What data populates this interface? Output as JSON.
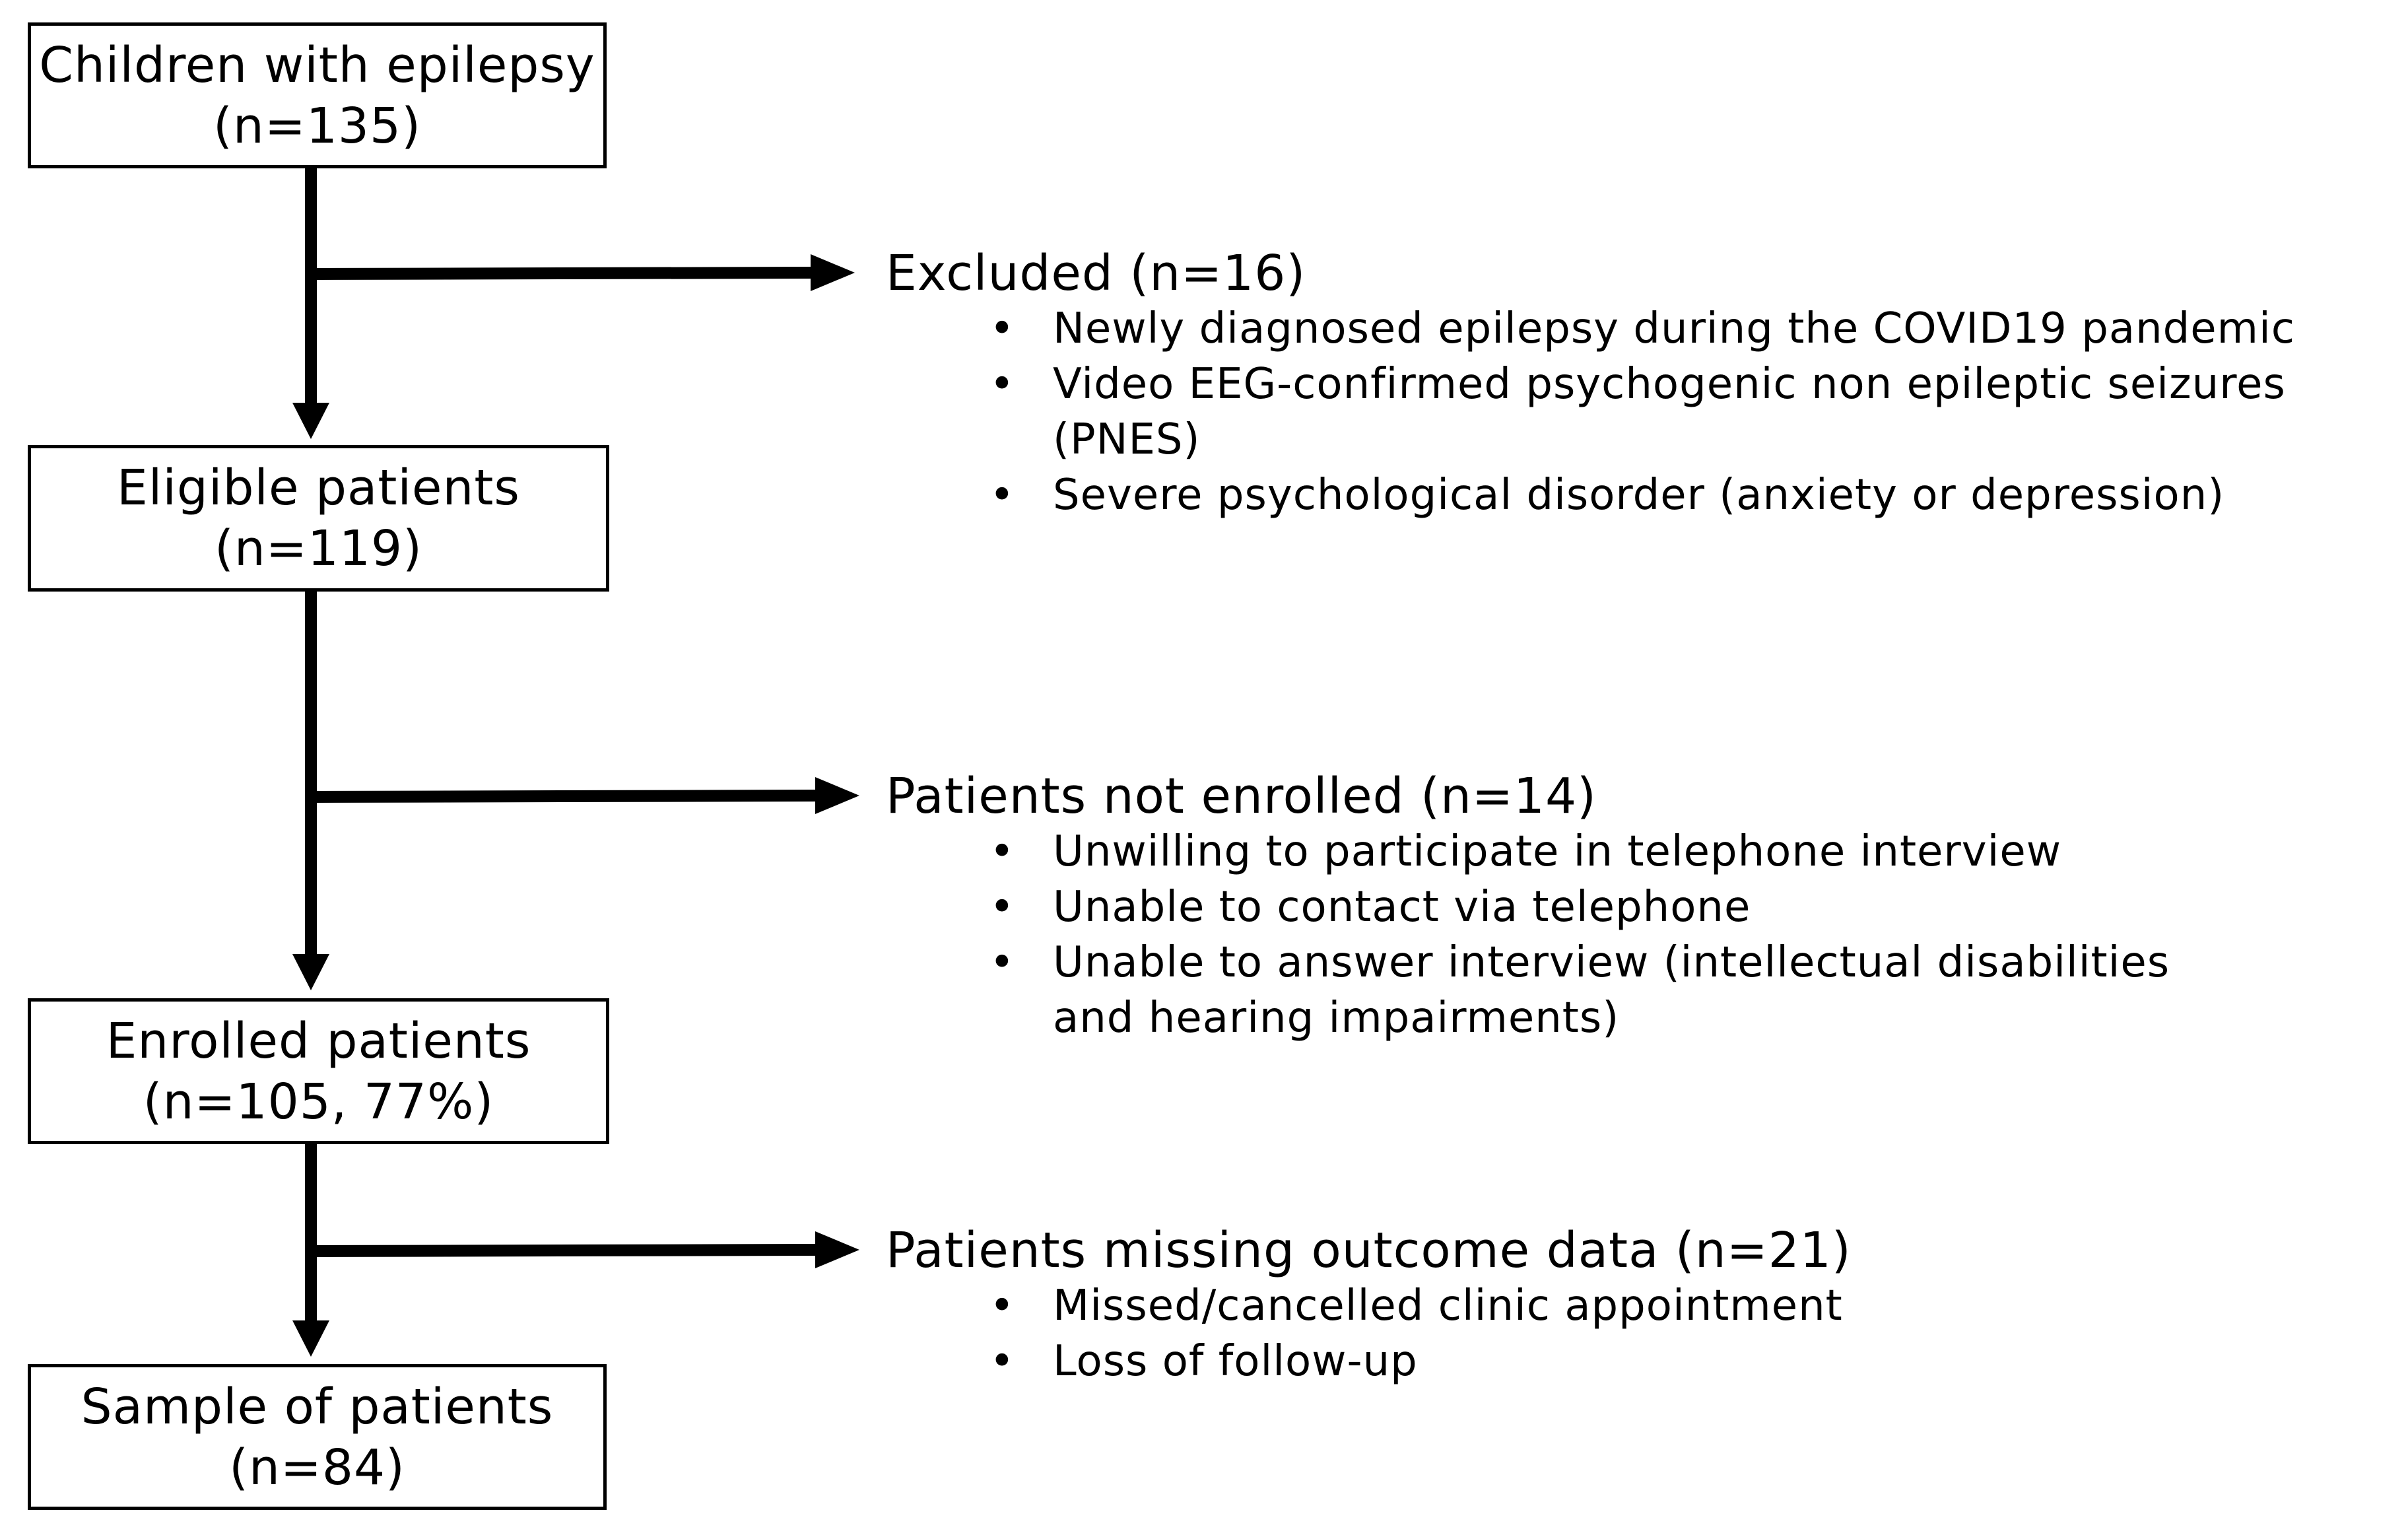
{
  "boxes": [
    {
      "line1": "Children with epilepsy",
      "line2": "(n=135)"
    },
    {
      "line1": "Eligible patients",
      "line2": "(n=119)"
    },
    {
      "line1": "Enrolled patients",
      "line2": "(n=105, 77%)"
    },
    {
      "line1": "Sample of patients",
      "line2": "(n=84)"
    }
  ],
  "branches": [
    {
      "heading": "Excluded (n=16)",
      "items": [
        "Newly diagnosed epilepsy during the COVID19 pandemic",
        "Video EEG-confirmed psychogenic non epileptic seizures (PNES)",
        "Severe psychological disorder (anxiety or depression)"
      ]
    },
    {
      "heading": "Patients not enrolled (n=14)",
      "items": [
        "Unwilling to participate in telephone interview",
        "Unable to contact via telephone",
        "Unable to answer interview (intellectual disabilities and hearing impairments)"
      ]
    },
    {
      "heading": "Patients missing outcome data (n=21)",
      "items": [
        "Missed/cancelled clinic appointment",
        "Loss of follow-up"
      ]
    }
  ],
  "bullet_symbol": "•"
}
